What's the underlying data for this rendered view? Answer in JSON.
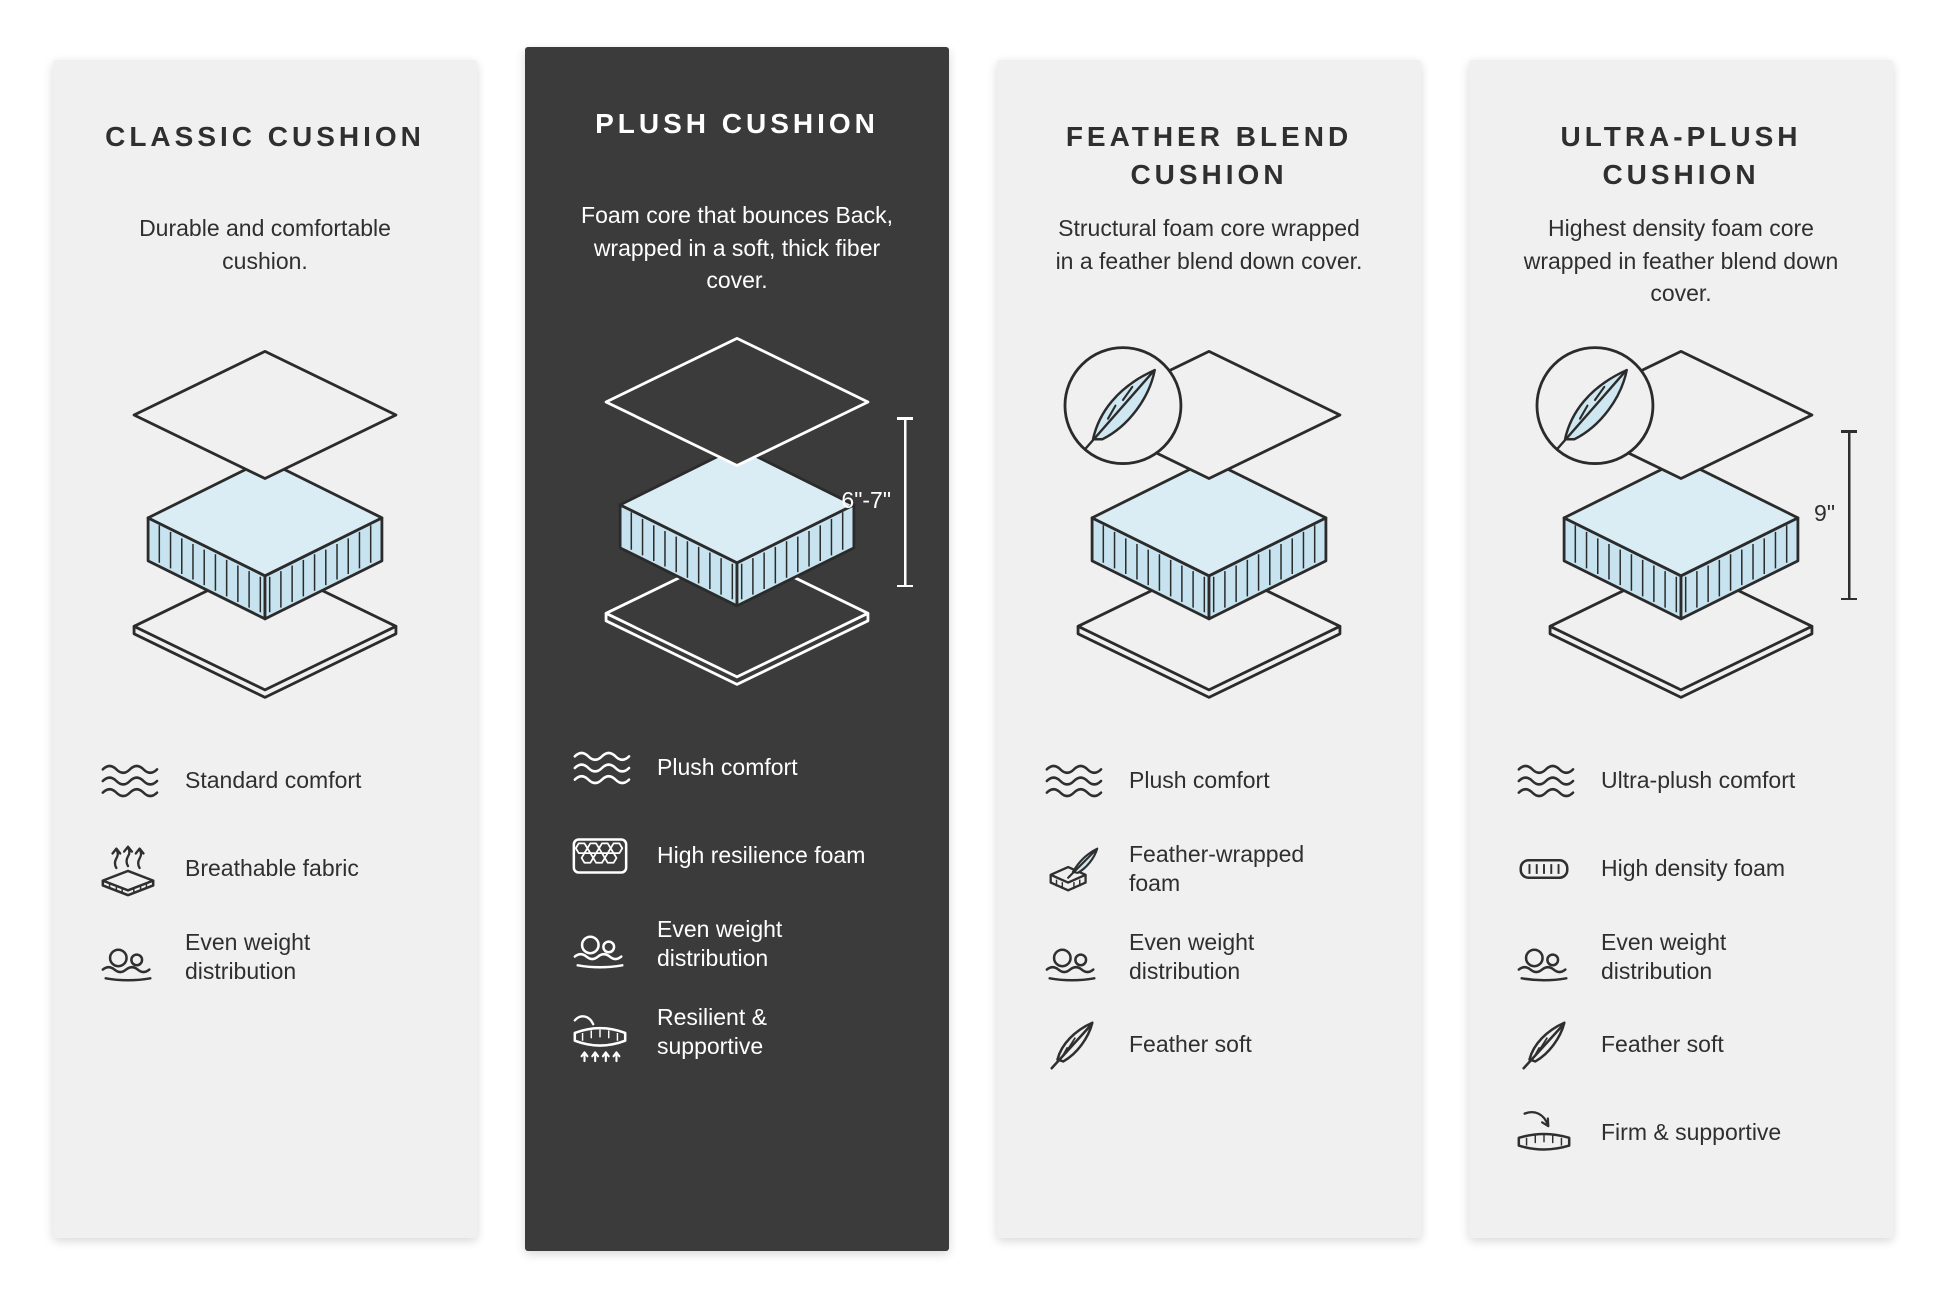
{
  "theme": {
    "page_background": "#ffffff",
    "card_bg_light": "#f0f0f0",
    "card_bg_dark": "#3b3b3b",
    "text_dark": "#2f2f2f",
    "text_light": "#ffffff",
    "foam_blue_top": "#daedf5",
    "foam_blue_side": "#c6e3ef",
    "outline": "#2b2b2b"
  },
  "cards": [
    {
      "title": "CLASSIC CUSHION",
      "description": "Durable and comfortable cushion.",
      "diagram": {
        "type": "layered-cushion",
        "feather_badge": false,
        "height_label": ""
      },
      "features": [
        {
          "icon": "wave-icon",
          "label": "Standard comfort"
        },
        {
          "icon": "breathable-icon",
          "label": "Breathable fabric"
        },
        {
          "icon": "weight-icon",
          "label": "Even weight distribution"
        }
      ]
    },
    {
      "title": "PLUSH CUSHION",
      "description": "Foam core that bounces Back, wrapped in a soft, thick fiber cover.",
      "diagram": {
        "type": "layered-cushion",
        "feather_badge": false,
        "height_label": "6\"-7\""
      },
      "features": [
        {
          "icon": "wave-icon",
          "label": "Plush comfort"
        },
        {
          "icon": "honeycomb-icon",
          "label": "High resilience foam"
        },
        {
          "icon": "weight-icon",
          "label": "Even weight distribution"
        },
        {
          "icon": "resilient-icon",
          "label": "Resilient & supportive"
        }
      ]
    },
    {
      "title": "FEATHER BLEND CUSHION",
      "description": "Structural foam core wrapped in a feather blend down cover.",
      "diagram": {
        "type": "layered-cushion",
        "feather_badge": true,
        "height_label": ""
      },
      "features": [
        {
          "icon": "wave-icon",
          "label": "Plush comfort"
        },
        {
          "icon": "feather-foam-icon",
          "label": "Feather-wrapped foam"
        },
        {
          "icon": "weight-icon",
          "label": "Even weight distribution"
        },
        {
          "icon": "feather-icon",
          "label": "Feather soft"
        }
      ]
    },
    {
      "title": "ULTRA-PLUSH CUSHION",
      "description": "Highest density foam core wrapped in feather blend down cover.",
      "diagram": {
        "type": "layered-cushion",
        "feather_badge": true,
        "height_label": "9\""
      },
      "features": [
        {
          "icon": "wave-icon",
          "label": "Ultra-plush comfort"
        },
        {
          "icon": "density-icon",
          "label": "High density foam"
        },
        {
          "icon": "weight-icon",
          "label": "Even weight distribution"
        },
        {
          "icon": "feather-icon",
          "label": "Feather soft"
        },
        {
          "icon": "firm-icon",
          "label": "Firm & supportive"
        }
      ]
    }
  ]
}
